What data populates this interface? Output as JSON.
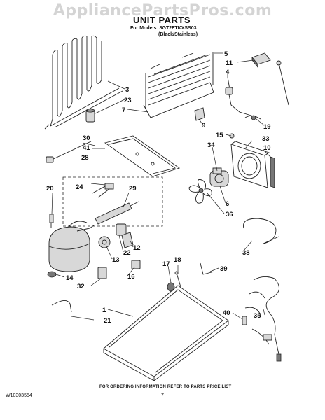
{
  "watermark": "AppliancePartsPros.com",
  "title": "UNIT PARTS",
  "models_line1": "For Models: 8GT2FTKXSS03",
  "models_line2": "(Black/Stainless)",
  "footer_note": "FOR ORDERING INFORMATION REFER TO PARTS PRICE LIST",
  "doc_number": "W10303554",
  "page_number": "7",
  "callouts": {
    "c1": "1",
    "c3": "3",
    "c4": "4",
    "c5": "5",
    "c6": "6",
    "c7": "7",
    "c9": "9",
    "c10": "10",
    "c11": "11",
    "c12": "12",
    "c13": "13",
    "c14": "14",
    "c15": "15",
    "c16": "16",
    "c17": "17",
    "c18": "18",
    "c19": "19",
    "c20": "20",
    "c21": "21",
    "c22": "22",
    "c23": "23",
    "c24": "24",
    "c28": "28",
    "c29": "29",
    "c30": "30",
    "c32": "32",
    "c33": "33",
    "c34": "34",
    "c35": "35",
    "c36": "36",
    "c38": "38",
    "c39": "39",
    "c40": "40",
    "c41": "41"
  }
}
